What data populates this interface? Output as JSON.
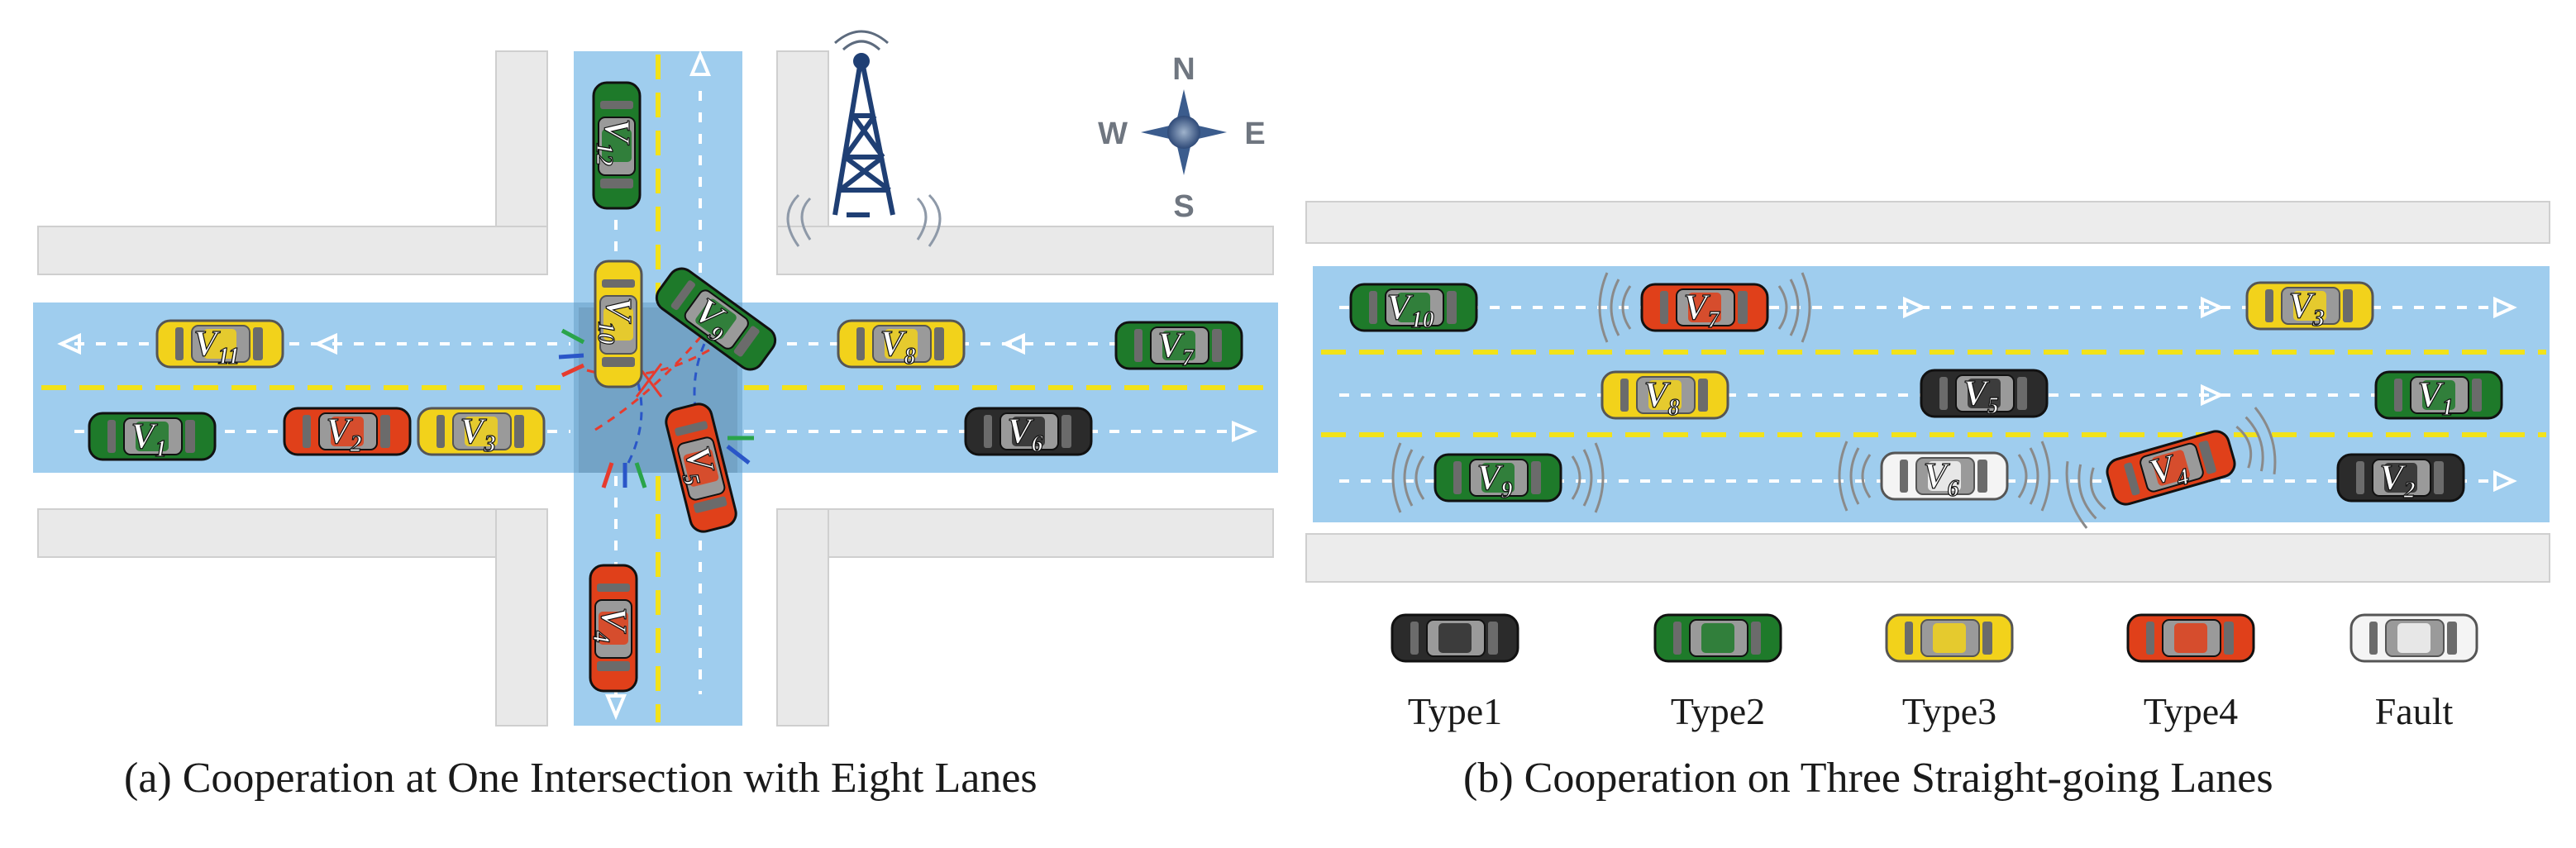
{
  "panel_a": {
    "caption": "(a) Cooperation at One Intersection with Eight Lanes",
    "compass": {
      "north": "N",
      "south": "S",
      "west": "W",
      "east": "E"
    },
    "vehicles": [
      {
        "id": "V1",
        "base": "V",
        "sub": "1",
        "type": "Type2"
      },
      {
        "id": "V2",
        "base": "V",
        "sub": "2",
        "type": "Type4"
      },
      {
        "id": "V3",
        "base": "V",
        "sub": "3",
        "type": "Type3"
      },
      {
        "id": "V4",
        "base": "V",
        "sub": "4",
        "type": "Type4"
      },
      {
        "id": "V5",
        "base": "V",
        "sub": "5",
        "type": "Type4"
      },
      {
        "id": "V6",
        "base": "V",
        "sub": "6",
        "type": "Type1"
      },
      {
        "id": "V7",
        "base": "V",
        "sub": "7",
        "type": "Type2"
      },
      {
        "id": "V8",
        "base": "V",
        "sub": "8",
        "type": "Type3"
      },
      {
        "id": "V9",
        "base": "V",
        "sub": "9",
        "type": "Type2"
      },
      {
        "id": "V10",
        "base": "V",
        "sub": "10",
        "type": "Type3"
      },
      {
        "id": "V11",
        "base": "V",
        "sub": "11",
        "type": "Type3"
      },
      {
        "id": "V12",
        "base": "V",
        "sub": "12",
        "type": "Type2"
      }
    ]
  },
  "panel_b": {
    "caption": "(b) Cooperation on Three Straight-going Lanes",
    "vehicles": [
      {
        "id": "V10",
        "base": "V",
        "sub": "10",
        "type": "Type2"
      },
      {
        "id": "V7",
        "base": "V",
        "sub": "7",
        "type": "Type4"
      },
      {
        "id": "V3",
        "base": "V",
        "sub": "3",
        "type": "Type3"
      },
      {
        "id": "V8",
        "base": "V",
        "sub": "8",
        "type": "Type3"
      },
      {
        "id": "V5",
        "base": "V",
        "sub": "5",
        "type": "Type1"
      },
      {
        "id": "V1",
        "base": "V",
        "sub": "1",
        "type": "Type2"
      },
      {
        "id": "V9",
        "base": "V",
        "sub": "9",
        "type": "Type2"
      },
      {
        "id": "V6",
        "base": "V",
        "sub": "6",
        "type": "Fault"
      },
      {
        "id": "V4",
        "base": "V",
        "sub": "4",
        "type": "Type4"
      },
      {
        "id": "V2",
        "base": "V",
        "sub": "2",
        "type": "Type1"
      }
    ],
    "legend": [
      {
        "label": "Type1",
        "color": "#2b2b2b"
      },
      {
        "label": "Type2",
        "color": "#1e7a2a"
      },
      {
        "label": "Type3",
        "color": "#f2d21b"
      },
      {
        "label": "Type4",
        "color": "#e0401a"
      },
      {
        "label": "Fault",
        "color": "#f4f4f4"
      }
    ]
  },
  "colors": {
    "road": "#9fcdee",
    "sidewalk": "#ececec",
    "center_line": "#f2e21a",
    "lane_mark": "#ffffff",
    "tower": "#1f3f74"
  }
}
